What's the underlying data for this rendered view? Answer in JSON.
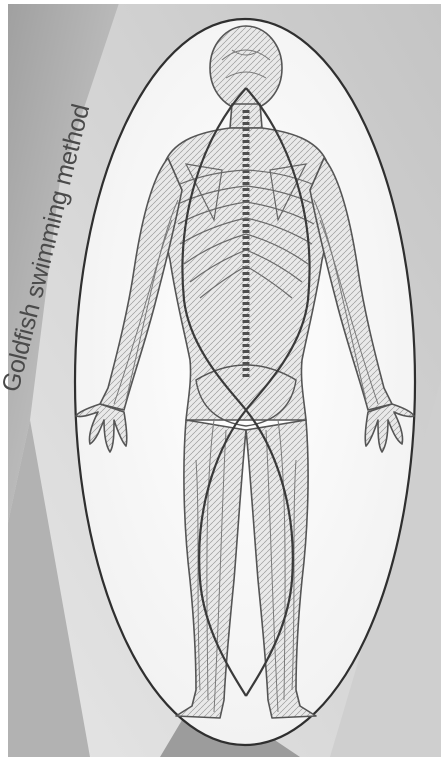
{
  "caption": "Goldfish swimming method",
  "colors": {
    "frame_left": "#bdbdbd",
    "frame_right": "#d6d6d6",
    "frame_bottom": "#a9a9a9",
    "ellipse_fill": "#fbfbfb",
    "ellipse_border": "#3a3a3a",
    "figure_outline": "#555555",
    "nerve_lines": "#7a7a7a",
    "spine": "#555555",
    "path_curve": "#3e3e3e"
  },
  "figure": {
    "view": "posterior",
    "content": "human nervous system with spinal column"
  },
  "icons": [
    "nervous-system-figure",
    "spiral-path"
  ]
}
